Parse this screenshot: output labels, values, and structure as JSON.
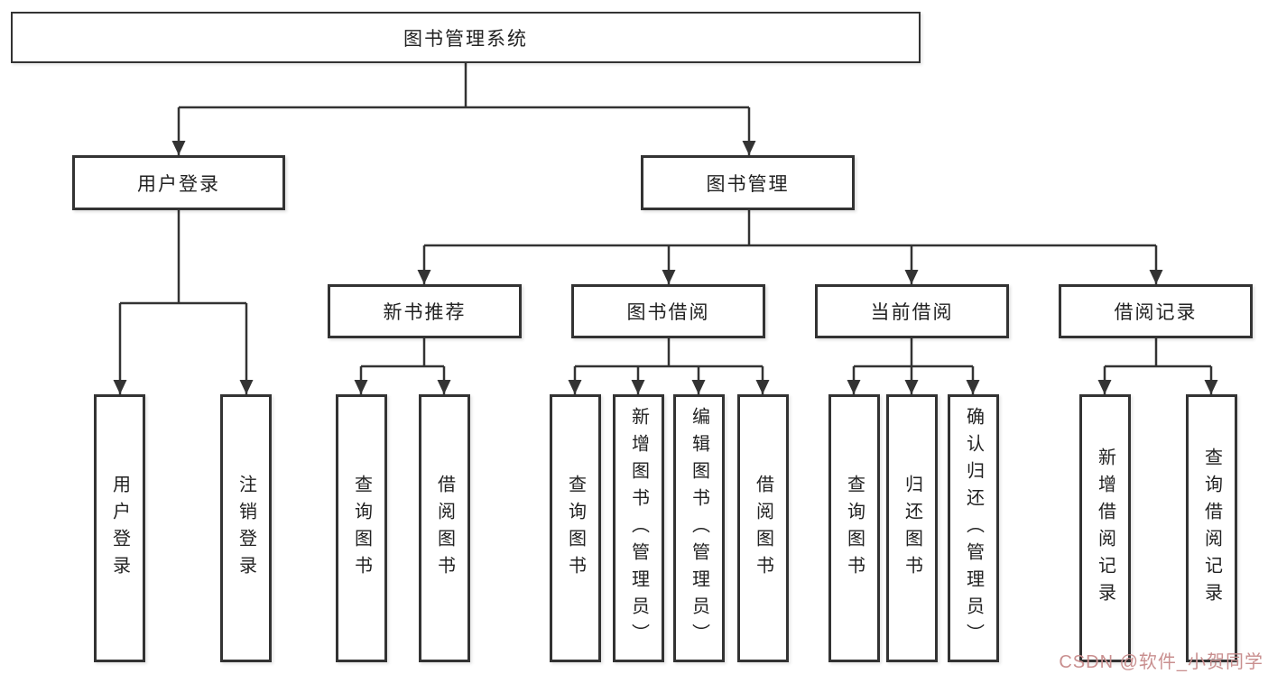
{
  "diagram": {
    "root": {
      "label": "图书管理系统"
    },
    "level2": [
      {
        "label": "用户登录"
      },
      {
        "label": "图书管理"
      }
    ],
    "level3": [
      {
        "label": "新书推荐"
      },
      {
        "label": "图书借阅"
      },
      {
        "label": "当前借阅"
      },
      {
        "label": "借阅记录"
      }
    ],
    "leaves": [
      {
        "label": "用户登录"
      },
      {
        "label": "注销登录"
      },
      {
        "label": "查询图书"
      },
      {
        "label": "借阅图书"
      },
      {
        "label": "查询图书"
      },
      {
        "label": "新增图书（管理员）"
      },
      {
        "label": "编辑图书（管理员）"
      },
      {
        "label": "借阅图书"
      },
      {
        "label": "查询图书"
      },
      {
        "label": "归还图书"
      },
      {
        "label": "确认归还（管理员）"
      },
      {
        "label": "新增借阅记录"
      },
      {
        "label": "查询借阅记录"
      }
    ]
  },
  "watermark": {
    "text": "CSDN @软件_小贺同学"
  },
  "colors": {
    "line": "#333333",
    "text": "#222222",
    "background": "#ffffff",
    "watermark": "#c98f8f"
  }
}
